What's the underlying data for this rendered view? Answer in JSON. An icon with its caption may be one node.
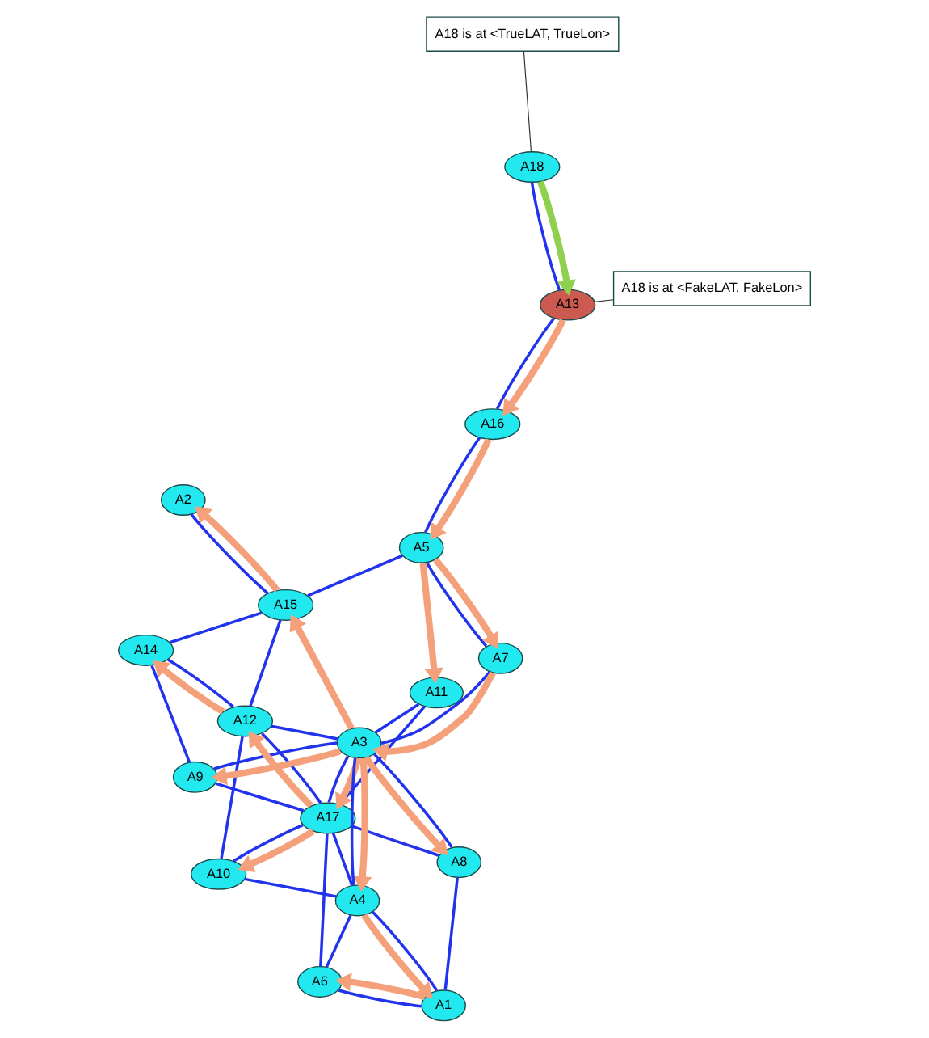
{
  "diagram": {
    "nodes": [
      {
        "text": [
          "A14"
        ]
      },
      {
        "text": [
          "A9"
        ]
      },
      {
        "text": [
          "A12"
        ]
      },
      {
        "text": [
          "A15"
        ]
      },
      {
        "text": [
          "A2"
        ]
      },
      {
        "text": [
          "A10"
        ]
      },
      {
        "text": [
          "A17"
        ]
      },
      {
        "text": [
          "A11"
        ]
      },
      {
        "text": [
          "A3"
        ]
      },
      {
        "text": [
          "A4"
        ]
      },
      {
        "text": [
          "A7"
        ]
      },
      {
        "text": [
          "A6"
        ]
      },
      {
        "text": [
          "A8"
        ]
      },
      {
        "text": [
          "A5"
        ]
      },
      {
        "text": [
          "A1"
        ]
      },
      {
        "text": [
          "A16"
        ]
      },
      {
        "text": [
          "A18 is at <FakeLAT, FakeLon>"
        ]
      },
      {
        "text": [
          "A13"
        ]
      },
      {
        "text": [
          "A18 is at <TrueLAT, TrueLon>"
        ]
      },
      {
        "text": [
          "A18"
        ]
      }
    ],
    "edges": [
      {
        "from": 0,
        "to": 2,
        "arrow": "none"
      },
      {
        "from": 0,
        "to": 1,
        "arrow": "none"
      },
      {
        "from": 0,
        "to": 3,
        "arrow": "none"
      },
      {
        "from": 2,
        "to": 3,
        "arrow": "none"
      },
      {
        "from": 2,
        "to": 5,
        "arrow": "none"
      },
      {
        "from": 2,
        "to": 6,
        "arrow": "none"
      },
      {
        "from": 2,
        "to": 8,
        "arrow": "none"
      },
      {
        "from": 1,
        "to": 6,
        "arrow": "none"
      },
      {
        "from": 1,
        "to": 8,
        "arrow": "none"
      },
      {
        "from": 3,
        "to": 13,
        "arrow": "none"
      },
      {
        "from": 3,
        "to": 4,
        "arrow": "none"
      },
      {
        "from": 6,
        "to": 7,
        "arrow": "none"
      },
      {
        "from": 5,
        "to": 6,
        "arrow": "none"
      },
      {
        "from": 5,
        "to": 9,
        "arrow": "none"
      },
      {
        "from": 6,
        "to": 9,
        "arrow": "none"
      },
      {
        "from": 6,
        "to": 8,
        "arrow": "none"
      },
      {
        "from": 6,
        "to": 11,
        "arrow": "none"
      },
      {
        "from": 6,
        "to": 12,
        "arrow": "none"
      },
      {
        "from": 9,
        "to": 8,
        "arrow": "none"
      },
      {
        "from": 9,
        "to": 11,
        "arrow": "none"
      },
      {
        "from": 9,
        "to": 14,
        "arrow": "none"
      },
      {
        "from": 14,
        "to": 11,
        "arrow": "none"
      },
      {
        "from": 14,
        "to": 12,
        "arrow": "none"
      },
      {
        "from": 8,
        "to": 12,
        "arrow": "none"
      },
      {
        "from": 8,
        "to": 10,
        "arrow": "none"
      },
      {
        "from": 7,
        "to": 8,
        "arrow": "none"
      },
      {
        "from": 10,
        "to": 13,
        "arrow": "none"
      },
      {
        "from": 13,
        "to": 15,
        "arrow": "none"
      },
      {
        "from": 15,
        "to": 17,
        "arrow": "none"
      },
      {
        "from": 17,
        "to": 19,
        "arrow": "none"
      },
      {
        "from": 2,
        "to": 0,
        "arrow": "to",
        "style": "thick",
        "color": "#f4a07a"
      },
      {
        "from": 3,
        "to": 4,
        "arrow": "to",
        "style": "thick",
        "color": "#f4a07a"
      },
      {
        "from": 6,
        "to": 5,
        "arrow": "to",
        "style": "thick",
        "color": "#f4a07a"
      },
      {
        "from": 6,
        "to": 2,
        "arrow": "to",
        "style": "thick",
        "color": "#f4a07a"
      },
      {
        "from": 8,
        "to": 1,
        "arrow": "to",
        "style": "thick",
        "color": "#f4a07a"
      },
      {
        "from": 8,
        "to": 3,
        "arrow": "to",
        "style": "thick",
        "color": "#f4a07a"
      },
      {
        "from": 8,
        "to": 6,
        "arrow": "to",
        "style": "thick",
        "color": "#f4a07a"
      },
      {
        "from": 8,
        "to": 9,
        "arrow": "to",
        "style": "thick",
        "color": "#f4a07a"
      },
      {
        "from": 8,
        "to": 12,
        "arrow": "to",
        "style": "thick",
        "color": "#f4a07a"
      },
      {
        "from": 9,
        "to": 14,
        "arrow": "to",
        "style": "thick",
        "color": "#f4a07a"
      },
      {
        "from": 14,
        "to": 11,
        "arrow": "to",
        "style": "thick",
        "color": "#f4a07a"
      },
      {
        "from": 13,
        "to": 7,
        "arrow": "to",
        "style": "thick",
        "color": "#f4a07a"
      },
      {
        "from": 10,
        "to": 8,
        "arrow": "to",
        "style": "thick",
        "color": "#f4a07a"
      },
      {
        "from": 13,
        "to": 10,
        "arrow": "to",
        "style": "thick",
        "color": "#f4a07a"
      },
      {
        "from": 15,
        "to": 13,
        "arrow": "to",
        "style": "thick",
        "color": "#f4a07a"
      },
      {
        "from": 17,
        "to": 15,
        "arrow": "to",
        "style": "thick",
        "color": "#f4a07a"
      },
      {
        "from": 19,
        "to": 17,
        "arrow": "to",
        "style": "thick",
        "color": "#8fd14f"
      },
      {
        "from": 16,
        "to": 17,
        "arrow": "none",
        "color": "#333333"
      },
      {
        "from": 18,
        "to": 19,
        "arrow": "none",
        "color": "#333333"
      }
    ]
  }
}
